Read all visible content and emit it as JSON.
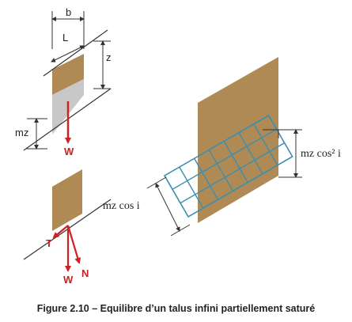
{
  "colors": {
    "soil": "#b08a55",
    "saturated": "#c8c8c8",
    "force": "#cc2222",
    "grid": "#3a8fb0",
    "line": "#333333"
  },
  "labels": {
    "b": "b",
    "L": "L",
    "z": "z",
    "mz": "mz",
    "W_top": "W",
    "T": "T",
    "W_bottom": "W",
    "N": "N",
    "mz_cos2i": "mz cos² i",
    "mz_cosi": "mz cos i"
  },
  "caption": "Figure 2.10  – Equilibre d’un talus infini partiellement saturé"
}
